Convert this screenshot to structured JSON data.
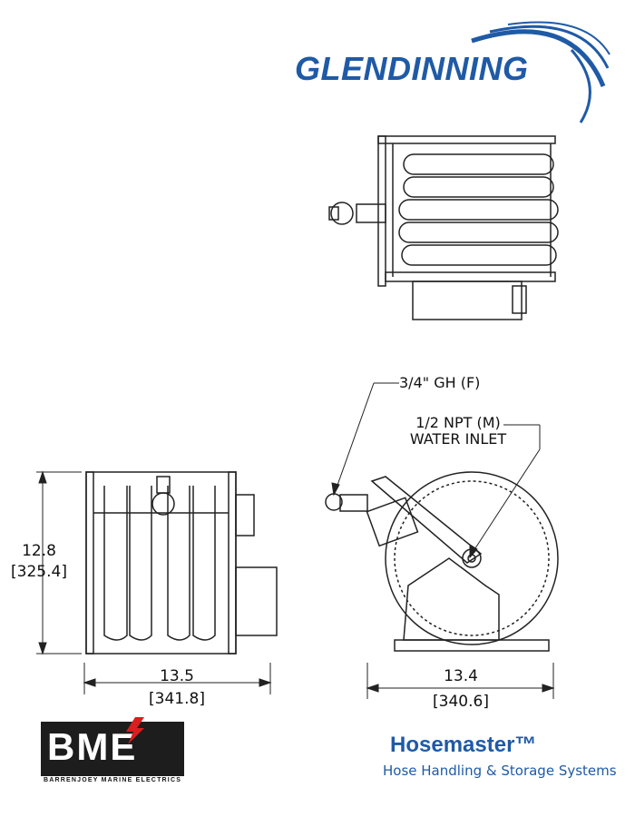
{
  "brand": {
    "name": "GLENDINNING",
    "color": "#1f5aa6"
  },
  "dimensions": {
    "height_in": "12.8",
    "height_mm": "[325.4]",
    "side_width_in": "13.5",
    "side_width_mm": "[341.8]",
    "front_width_in": "13.4",
    "front_width_mm": "[340.6]"
  },
  "callouts": {
    "outlet": "3/4\" GH (F)",
    "inlet_line1": "1/2 NPT (M)",
    "inlet_line2": "WATER INLET"
  },
  "footer": {
    "bme_letters": "BME",
    "bme_sub": "BARRENJOEY MARINE ELECTRICS",
    "product": "Hosemaster™",
    "tagline": "Hose Handling & Storage Systems"
  }
}
